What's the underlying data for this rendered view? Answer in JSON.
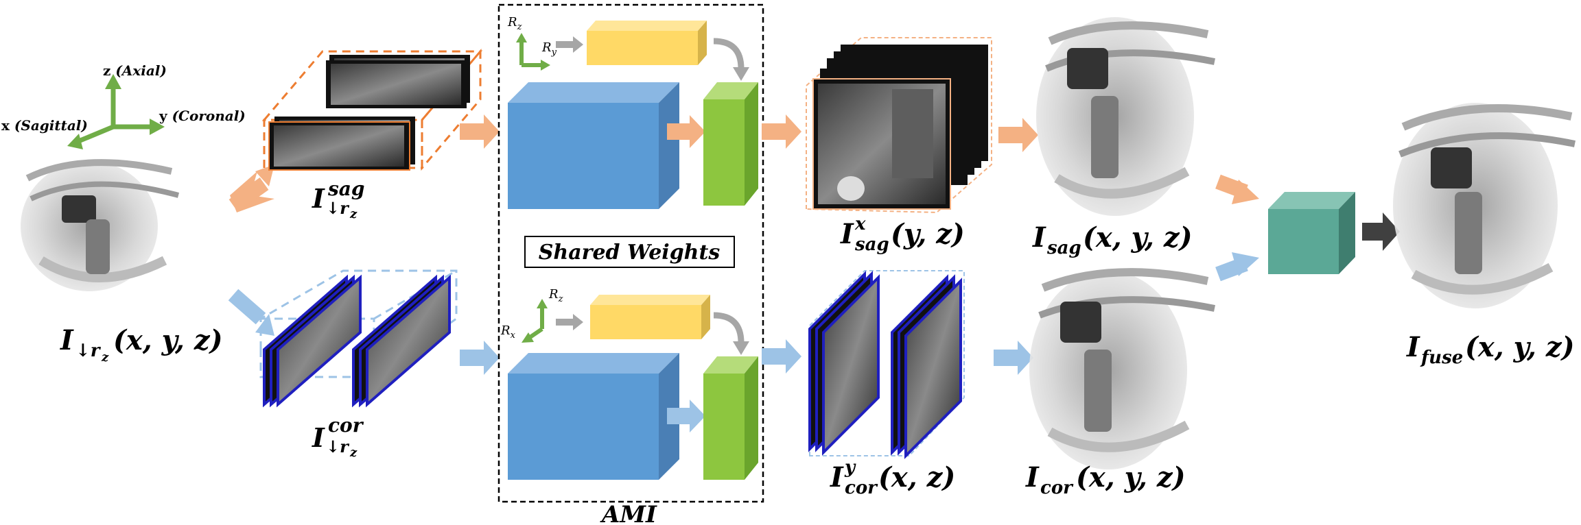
{
  "axes": {
    "z": "z",
    "z_name": "(Axial)",
    "y": "y",
    "y_name": "(Coronal)",
    "x": "x",
    "x_name": "(Sagittal)"
  },
  "labels": {
    "input": {
      "base": "I",
      "sub": "↓r",
      "subsub": "z",
      "args": "(x, y, z)"
    },
    "sag_stack": {
      "base": "I",
      "sup": "sag",
      "sub": "↓r",
      "subsub": "z"
    },
    "cor_stack": {
      "base": "I",
      "sup": "cor",
      "sub": "↓r",
      "subsub": "z"
    },
    "sag_out": {
      "base": "I",
      "sup": "x",
      "sub": "sag",
      "args": "(y, z)"
    },
    "cor_out": {
      "base": "I",
      "sup": "y",
      "sub": "cor",
      "args": "(x, z)"
    },
    "sag_vol": {
      "base": "I",
      "sub": "sag",
      "args": "(x, y, z)"
    },
    "cor_vol": {
      "base": "I",
      "sub": "cor",
      "args": "(x, y, z)"
    },
    "fuse_vol": {
      "base": "I",
      "sub": "fuse",
      "args": "(x, y, z)"
    }
  },
  "ami": {
    "shared_weights": "Shared Weights",
    "title": "AMI",
    "top_r1": "R",
    "top_r1_sub": "z",
    "top_r2": "R",
    "top_r2_sub": "y",
    "bot_r1": "R",
    "bot_r1_sub": "z",
    "bot_r2": "R",
    "bot_r2_sub": "x"
  },
  "colors": {
    "orange_arrow": "#f4b183",
    "blue_arrow": "#9dc3e6",
    "orange_dash": "#ed7d31",
    "blue_dash": "#9dc3e6",
    "slice_blue": "#1f1fbf",
    "blue_cube_front": "#5b9bd5",
    "blue_cube_top": "#8ab7e3",
    "blue_cube_side": "#4a7fb5",
    "yellow_front": "#ffd966",
    "yellow_top": "#ffe699",
    "yellow_side": "#d6b34a",
    "green_front": "#8dc63f",
    "green_top": "#b5dc7a",
    "green_side": "#6aa52c",
    "teal_front": "#5ba896",
    "teal_top": "#87c4b4",
    "teal_side": "#3f7e6f",
    "axis_green": "#70ad47",
    "gray_arrow": "#a6a6a6",
    "dark_arrow": "#404040"
  }
}
